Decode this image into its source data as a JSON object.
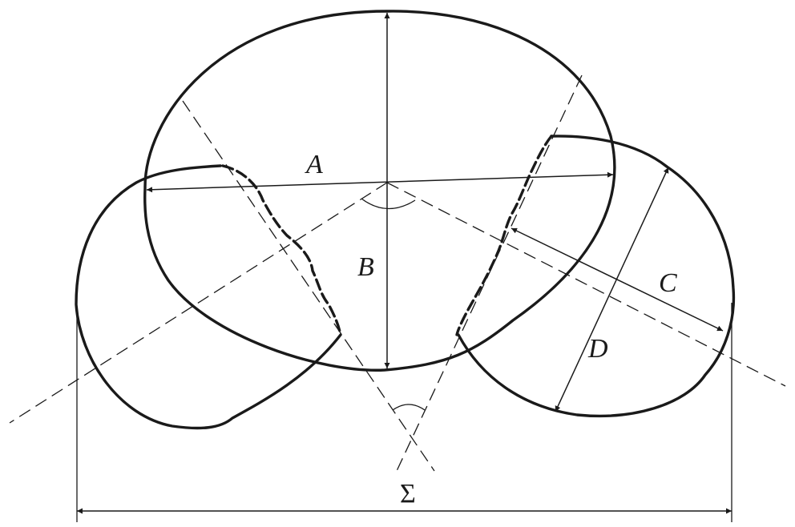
{
  "labels": {
    "A": "A",
    "B": "B",
    "C": "C",
    "D": "D",
    "sum": "Σ"
  },
  "colors": {
    "line": "#1a1a1a",
    "background": "#ffffff"
  }
}
